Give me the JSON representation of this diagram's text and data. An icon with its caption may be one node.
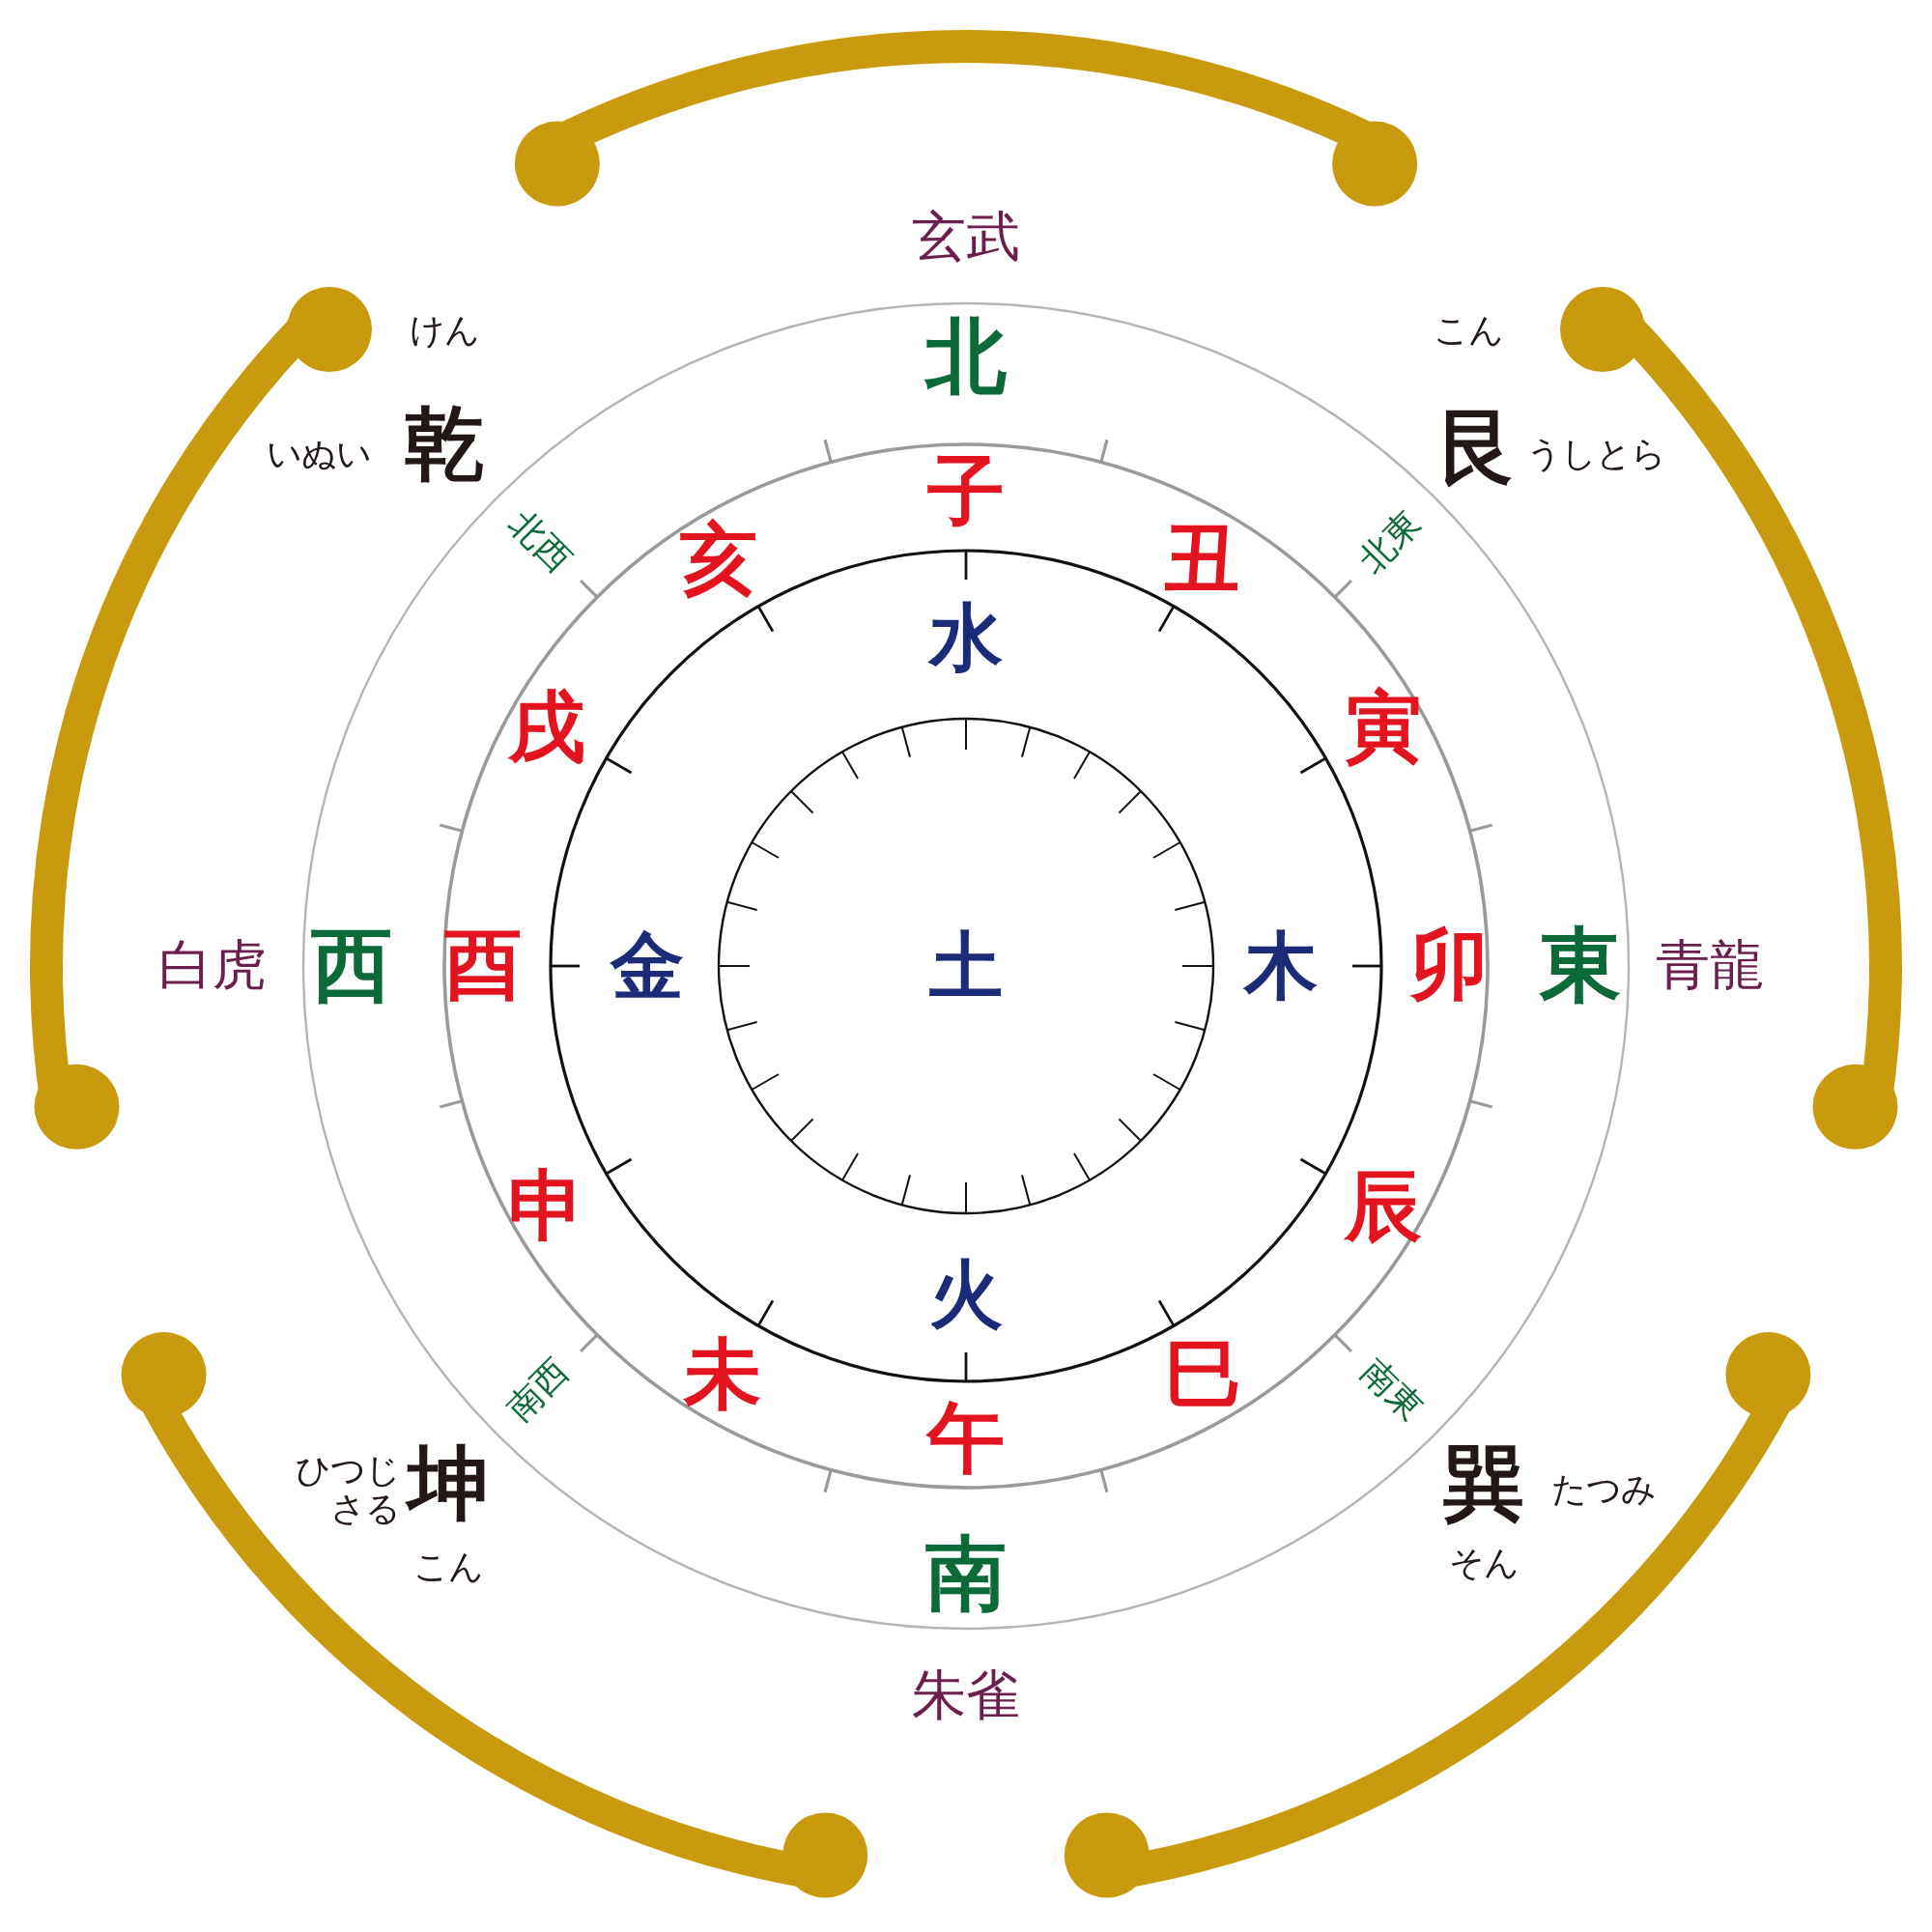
{
  "diagram": {
    "labels": [
      "玄武",
      "北",
      "けん",
      "乾",
      "いぬい",
      "こん",
      "艮",
      "うしとら",
      "子",
      "北西",
      "亥",
      "丑",
      "北東",
      "水",
      "戌",
      "寅",
      "白虎",
      "西",
      "酉",
      "金",
      "土",
      "木",
      "卯",
      "東",
      "青龍",
      "申",
      "辰",
      "火",
      "南西",
      "未",
      "巳",
      "南東",
      "午",
      "ひつじさる",
      "坤",
      "巽",
      "たつみ",
      "こん",
      "南",
      "そん",
      "朱雀"
    ]
  }
}
